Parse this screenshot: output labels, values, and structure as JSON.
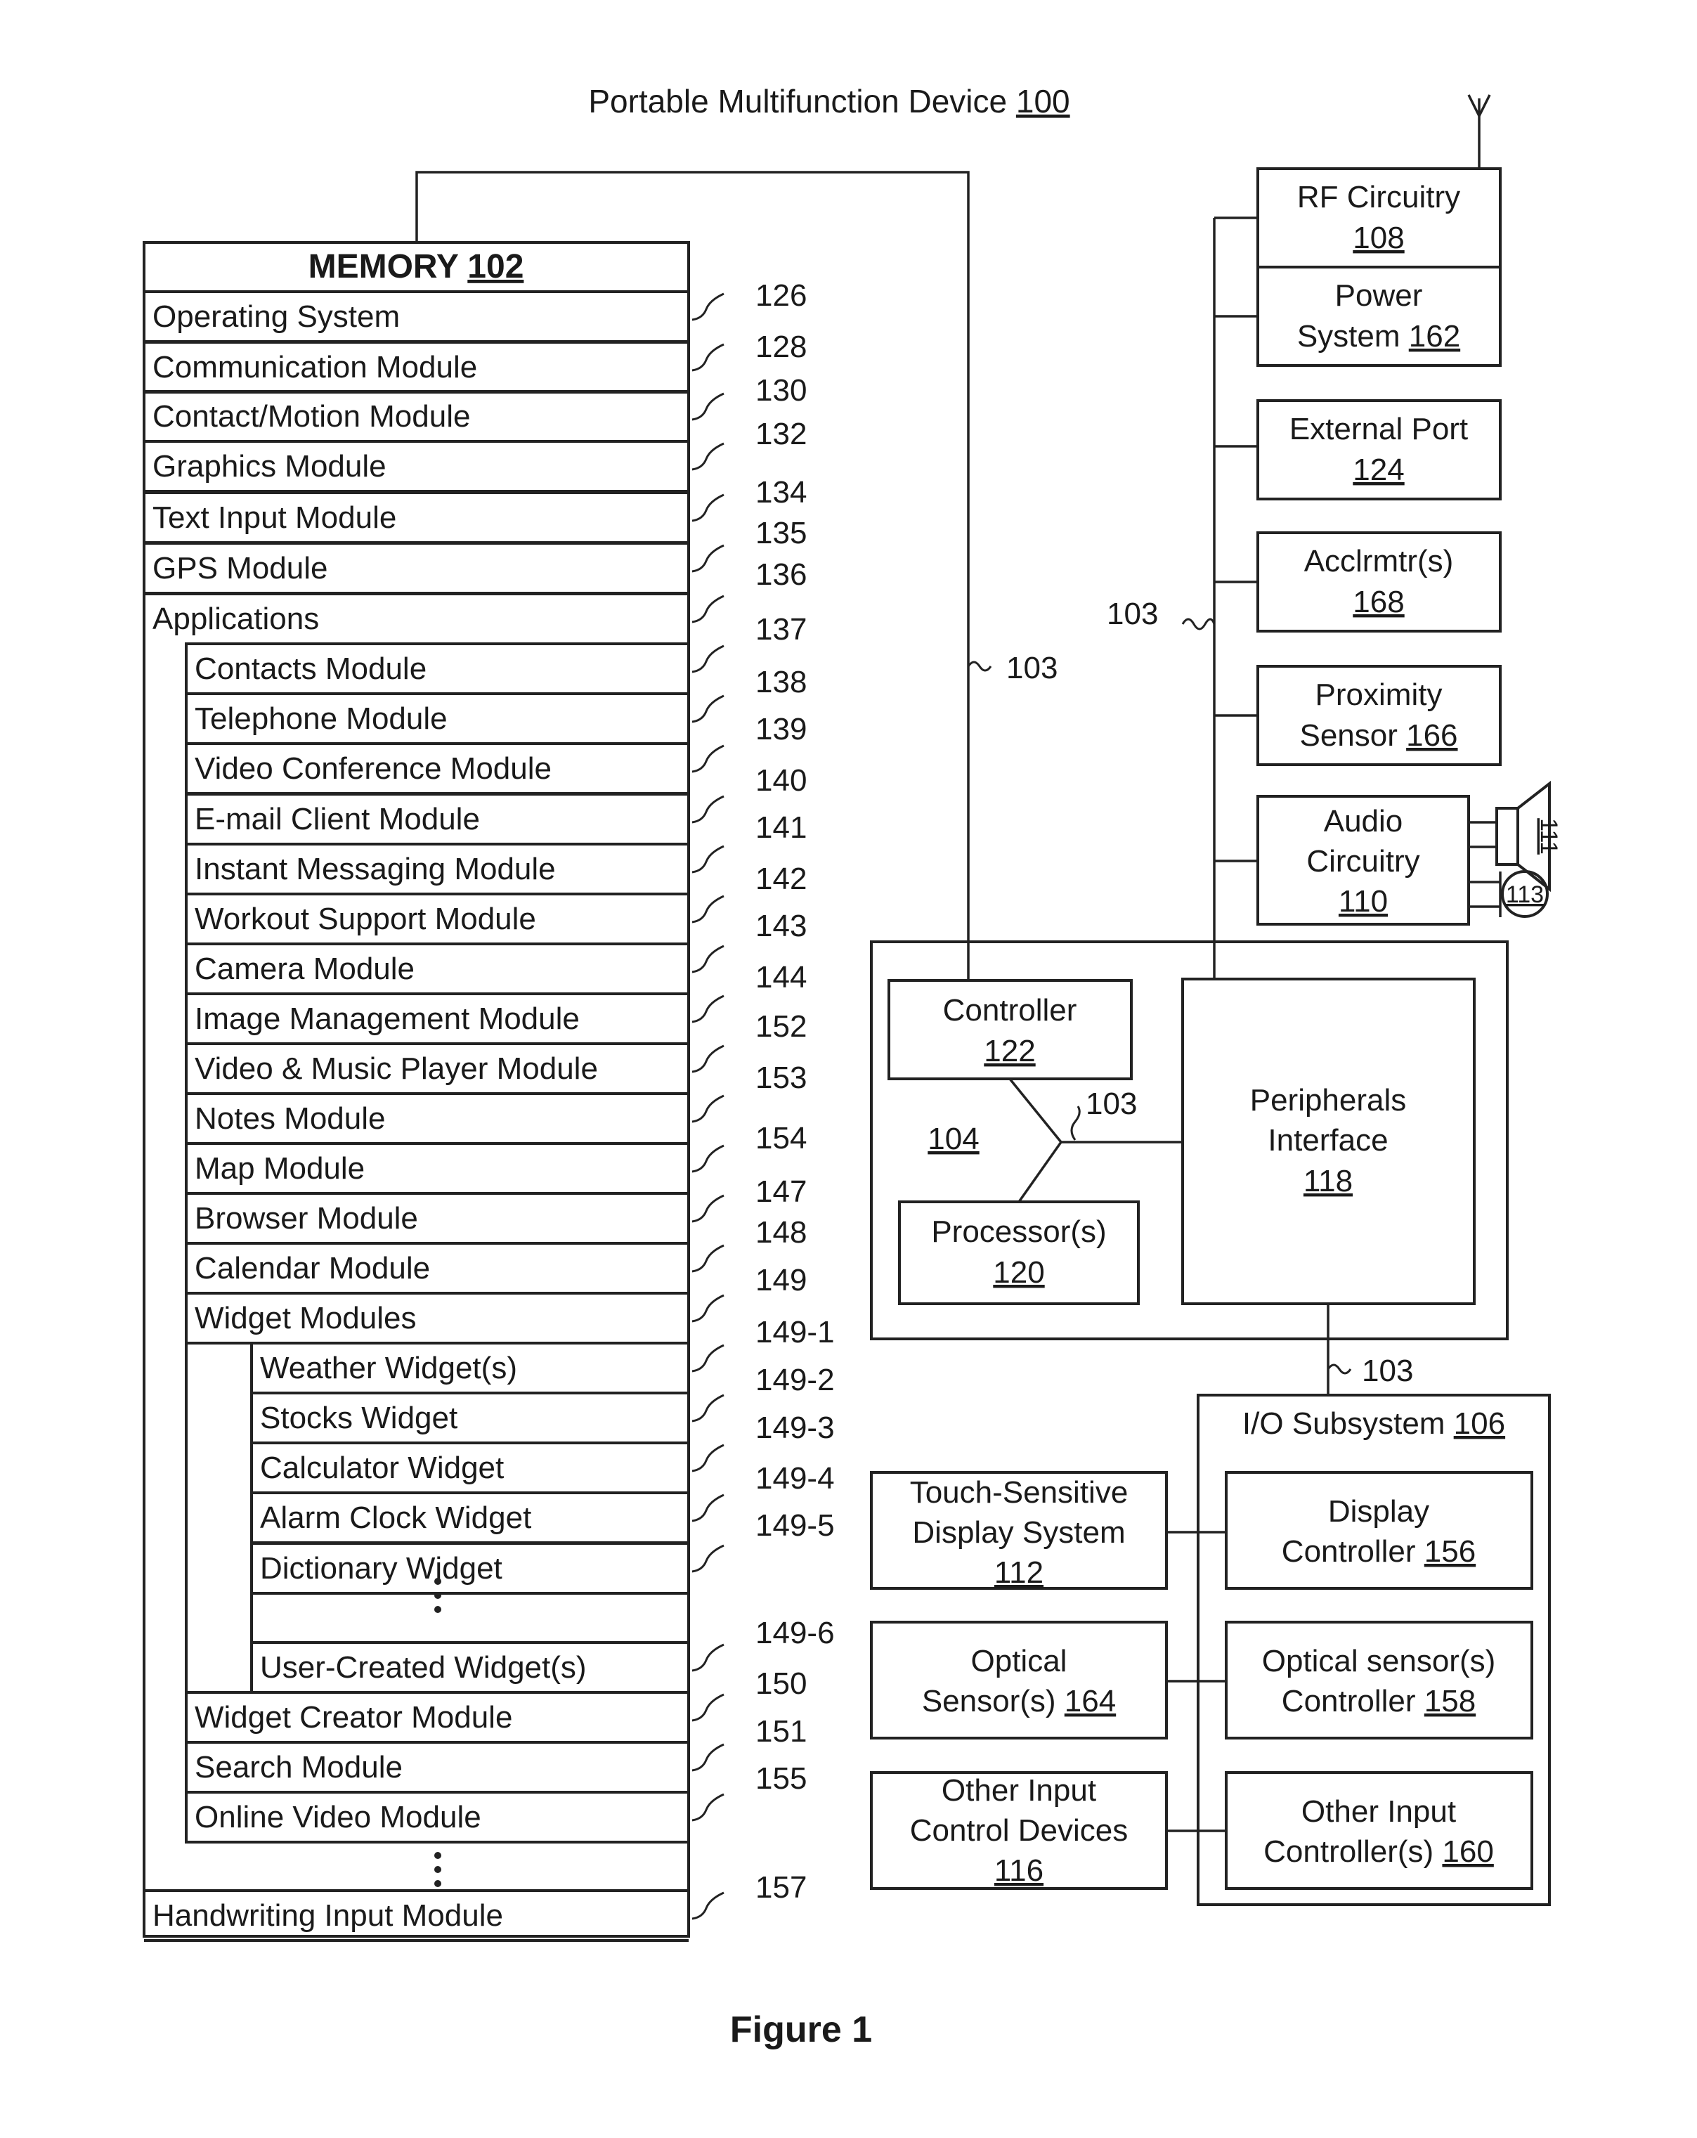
{
  "title": {
    "prefix": "Portable Multifunction Device ",
    "num": "100"
  },
  "memory": {
    "header_prefix": "MEMORY ",
    "header_num": "102",
    "rows": [
      {
        "label": "Operating System",
        "ref": "126"
      },
      {
        "label": "Communication Module",
        "ref": "128"
      },
      {
        "label": "Contact/Motion Module",
        "ref": "130"
      },
      {
        "label": "Graphics Module",
        "ref": "132"
      },
      {
        "label": "Text Input Module",
        "ref": "134"
      },
      {
        "label": "GPS Module",
        "ref": "135"
      },
      {
        "label": "Applications",
        "ref": "136"
      },
      {
        "label": "Contacts Module",
        "ref": "137"
      },
      {
        "label": "Telephone Module",
        "ref": "138"
      },
      {
        "label": "Video Conference Module",
        "ref": "139"
      },
      {
        "label": "E-mail Client Module",
        "ref": "140"
      },
      {
        "label": "Instant Messaging Module",
        "ref": "141"
      },
      {
        "label": "Workout Support Module",
        "ref": "142"
      },
      {
        "label": "Camera Module",
        "ref": "143"
      },
      {
        "label": "Image Management Module",
        "ref": "144"
      },
      {
        "label": "Video & Music Player Module",
        "ref": "152"
      },
      {
        "label": "Notes Module",
        "ref": "153"
      },
      {
        "label": "Map Module",
        "ref": "154"
      },
      {
        "label": "Browser Module",
        "ref": "147"
      },
      {
        "label": "Calendar Module",
        "ref": "148"
      },
      {
        "label": "Widget Modules",
        "ref": "149"
      },
      {
        "label": "Weather Widget(s)",
        "ref": "149-1"
      },
      {
        "label": "Stocks Widget",
        "ref": "149-2"
      },
      {
        "label": "Calculator Widget",
        "ref": "149-3"
      },
      {
        "label": "Alarm Clock Widget",
        "ref": "149-4"
      },
      {
        "label": "Dictionary Widget",
        "ref": "149-5"
      },
      {
        "label": "User-Created Widget(s)",
        "ref": "149-6"
      },
      {
        "label": "Widget Creator Module",
        "ref": "150"
      },
      {
        "label": "Search Module",
        "ref": "151"
      },
      {
        "label": "Online Video Module",
        "ref": "155"
      },
      {
        "label": "Handwriting Input Module",
        "ref": "157"
      }
    ]
  },
  "peripherals": {
    "rf": {
      "line1": "RF Circuitry",
      "num": "108"
    },
    "power": {
      "line1": "Power",
      "line2_prefix": "System ",
      "num": "162"
    },
    "external_port": {
      "line1": "External Port",
      "num": "124"
    },
    "accelerometer": {
      "line1": "Acclrmtr(s)",
      "num": "168"
    },
    "proximity": {
      "line1": "Proximity",
      "line2_prefix": "Sensor ",
      "num": "166"
    },
    "audio": {
      "line1": "Audio",
      "line2": "Circuitry",
      "num": "110"
    },
    "speaker_num": "111",
    "mic_num": "113"
  },
  "core": {
    "controller": {
      "line1": "Controller",
      "num": "122"
    },
    "processor": {
      "line1": "Processor(s)",
      "num": "120"
    },
    "chip_num": "104",
    "peripherals_interface": {
      "line1": "Peripherals",
      "line2": "Interface",
      "num": "118"
    }
  },
  "io": {
    "title_prefix": "I/O Subsystem ",
    "title_num": "106",
    "display_controller": {
      "line1": "Display",
      "line2_prefix": "Controller ",
      "num": "156"
    },
    "optical_controller": {
      "line1": "Optical sensor(s)",
      "line2_prefix": "Controller ",
      "num": "158"
    },
    "other_controller": {
      "line1": "Other Input",
      "line2_prefix": "Controller(s) ",
      "num": "160"
    }
  },
  "devices": {
    "touch_display": {
      "line1": "Touch-Sensitive",
      "line2": "Display System",
      "num": "112"
    },
    "optical_sensor": {
      "line1": "Optical",
      "line2_prefix": "Sensor(s) ",
      "num": "164"
    },
    "other_input": {
      "line1": "Other Input",
      "line2": "Control Devices",
      "num": "116"
    }
  },
  "bus_label": "103",
  "caption": "Figure 1"
}
